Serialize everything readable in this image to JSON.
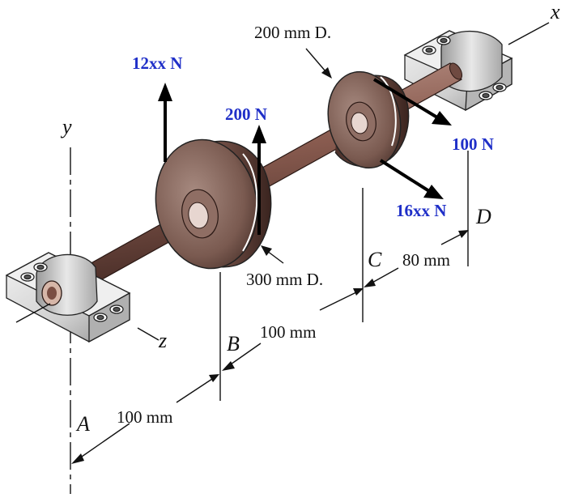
{
  "force_color": "#1f2fc8",
  "forces": {
    "f1": "12xx N",
    "f2": "200 N",
    "f3": "100 N",
    "f4": "16xx N"
  },
  "dimensions": {
    "ab": "100 mm",
    "bc": "100 mm",
    "cd": "80 mm",
    "pulley_small": "200 mm D.",
    "pulley_large": "300 mm D."
  },
  "points": {
    "a": "A",
    "b": "B",
    "c": "C",
    "d": "D"
  },
  "axes": {
    "x": "x",
    "y": "y",
    "z": "z"
  }
}
